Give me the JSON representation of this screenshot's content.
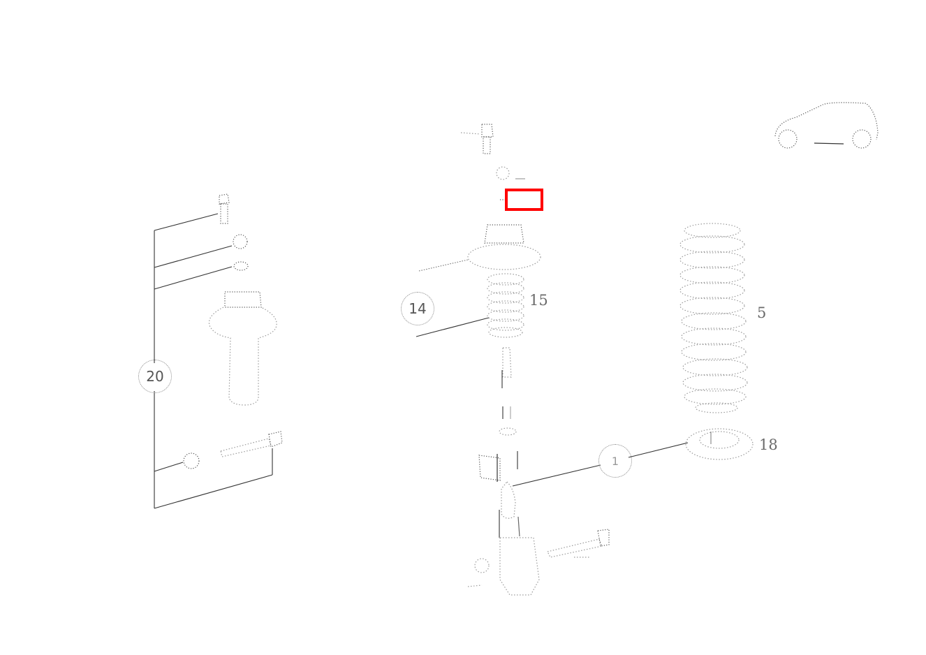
{
  "diagram": {
    "type": "exploded-parts-diagram",
    "subject": "rear suspension strut assembly",
    "highlight_color": "#ff0000",
    "labels": [
      {
        "id": "label-20",
        "text": "20",
        "style": "circled"
      },
      {
        "id": "label-14",
        "text": "14",
        "style": "circled"
      },
      {
        "id": "label-15",
        "text": "15",
        "style": "plain"
      },
      {
        "id": "label-5",
        "text": "5",
        "style": "plain"
      },
      {
        "id": "label-18",
        "text": "18",
        "style": "plain"
      },
      {
        "id": "label-1",
        "text": "1",
        "style": "circled"
      }
    ],
    "parts": [
      {
        "name": "top-bolt"
      },
      {
        "name": "washer"
      },
      {
        "name": "nut"
      },
      {
        "name": "strut-mount"
      },
      {
        "name": "bump-stop-boot"
      },
      {
        "name": "shock-absorber"
      },
      {
        "name": "coil-spring"
      },
      {
        "name": "spring-seat"
      },
      {
        "name": "mounting-bolt"
      },
      {
        "name": "lower-mount"
      },
      {
        "name": "vehicle-silhouette"
      }
    ]
  }
}
